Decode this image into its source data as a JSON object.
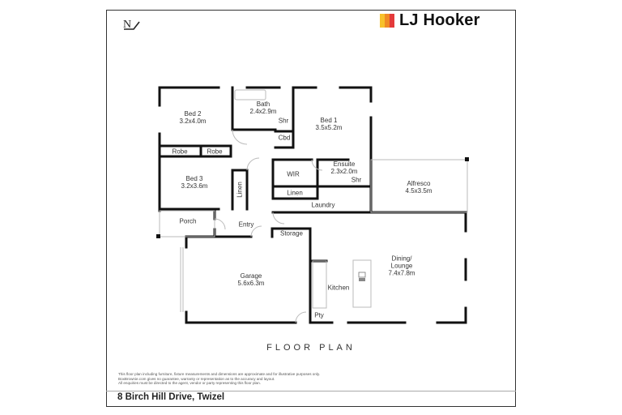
{
  "brand": {
    "name": "LJ Hooker",
    "colors": [
      "#f7c12a",
      "#f08a24",
      "#e43a3a"
    ],
    "text_color": "#111111"
  },
  "compass": {
    "label": "N",
    "icon": "north-arrow-icon"
  },
  "plan": {
    "title": "FLOOR PLAN",
    "rooms": [
      {
        "id": "bed2",
        "name": "Bed 2",
        "size": "3.2x4.0m"
      },
      {
        "id": "bath",
        "name": "Bath",
        "size": "2.4x2.9m"
      },
      {
        "id": "bath_shr",
        "name": "Shr",
        "size": ""
      },
      {
        "id": "cbd",
        "name": "Cbd",
        "size": ""
      },
      {
        "id": "bed1",
        "name": "Bed 1",
        "size": "3.5x5.2m"
      },
      {
        "id": "robe1",
        "name": "Robe",
        "size": ""
      },
      {
        "id": "robe2",
        "name": "Robe",
        "size": ""
      },
      {
        "id": "bed3",
        "name": "Bed 3",
        "size": "3.2x3.6m"
      },
      {
        "id": "linen_v",
        "name": "Linen",
        "size": ""
      },
      {
        "id": "wir",
        "name": "WIR",
        "size": ""
      },
      {
        "id": "ensuite",
        "name": "Ensuite",
        "size": "2.3x2.0m"
      },
      {
        "id": "ens_shr",
        "name": "Shr",
        "size": ""
      },
      {
        "id": "linen_h",
        "name": "Linen",
        "size": ""
      },
      {
        "id": "laundry",
        "name": "Laundry",
        "size": ""
      },
      {
        "id": "alfresco",
        "name": "Alfresco",
        "size": "4.5x3.5m"
      },
      {
        "id": "porch",
        "name": "Porch",
        "size": ""
      },
      {
        "id": "entry",
        "name": "Entry",
        "size": ""
      },
      {
        "id": "storage",
        "name": "Storage",
        "size": ""
      },
      {
        "id": "garage",
        "name": "Garage",
        "size": "5.6x6.3m"
      },
      {
        "id": "dining",
        "name": "Dining/ Lounge",
        "size": "7.4x7.8m"
      },
      {
        "id": "kitchen",
        "name": "Kitchen",
        "size": ""
      },
      {
        "id": "pty",
        "name": "Pty",
        "size": ""
      }
    ]
  },
  "disclaimer": [
    "This floor plan including furniture, fixture measurements and dimensions are approximate and for illustrative purposes only.",
    "BoxBrownie.com gives no guarantee, warranty or representation as to the accuracy and layout.",
    "All enquiries must be directed to the agent, vendor or party representing this floor plan."
  ],
  "address": "8 Birch Hill Drive, Twizel"
}
